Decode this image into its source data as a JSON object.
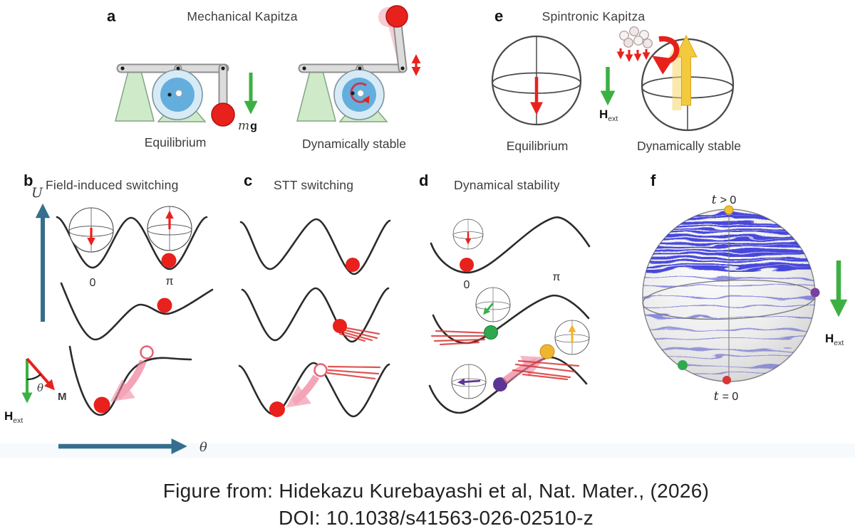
{
  "figure": {
    "panel_a": {
      "label": "a",
      "title": "Mechanical Kapitza",
      "mass_symbol": "m",
      "gravity_symbol": "g",
      "caption_left": "Equilibrium",
      "caption_right": "Dynamically stable"
    },
    "panel_b": {
      "label": "b",
      "title": "Field-induced switching",
      "axis_u": "U",
      "zero": "0",
      "pi": "π",
      "theta": "θ",
      "magnetization": "M",
      "field": "H",
      "field_sub": "ext"
    },
    "panel_c": {
      "label": "c",
      "title": "STT switching"
    },
    "panel_d": {
      "label": "d",
      "title": "Dynamical stability",
      "zero": "0",
      "pi": "π"
    },
    "panel_e": {
      "label": "e",
      "title": "Spintronic Kapitza",
      "field": "H",
      "field_sub": "ext",
      "caption_left": "Equilibrium",
      "caption_right": "Dynamically stable"
    },
    "panel_f": {
      "label": "f",
      "t_var": "t",
      "top_rel": "> 0",
      "bottom_rel": "= 0",
      "field": "H",
      "field_sub": "ext"
    },
    "colors": {
      "accent_red": "#e8211d",
      "green_arrow": "#3cb043",
      "steel_blue": "#356e8e",
      "wheel_blue": "#64aedd",
      "stand_green": "#cfeac9",
      "trajectory_blue": "#2b2bd8",
      "yellow": "#f0c030",
      "purple": "#5b3594"
    }
  },
  "caption": {
    "line1": "Figure from: Hidekazu Kurebayashi et al, Nat. Mater., (2026)",
    "line2": "DOI: 10.1038/s41563-026-02510-z"
  }
}
